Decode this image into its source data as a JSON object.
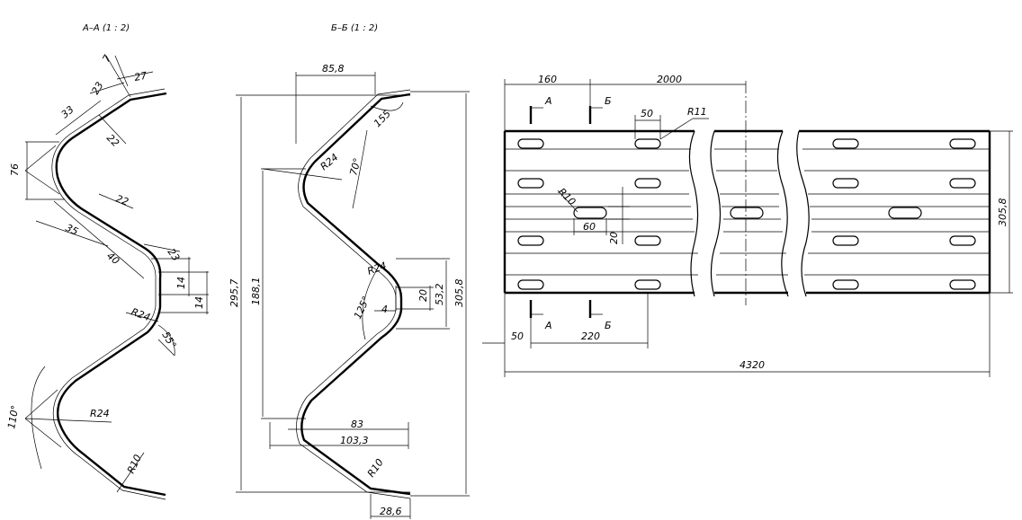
{
  "views": {
    "section_a": {
      "title": "А–А (1 : 2)",
      "dims": {
        "d7": "7",
        "d27": "27",
        "d23": "23",
        "d33": "33",
        "d22a": "22",
        "d76": "76",
        "d22b": "22",
        "d35": "35",
        "d40": "40",
        "d23b": "23",
        "d14a": "14",
        "d14b": "14",
        "r24a": "R24",
        "d55": "55°",
        "a110": "110°",
        "r24b": "R24",
        "r10": "R10"
      }
    },
    "section_b": {
      "title": "Б–Б (1 : 2)",
      "dims": {
        "d858": "85,8",
        "d155": "155",
        "r24a": "R24",
        "a70": "70°",
        "d2957": "295,7",
        "d1881": "188,1",
        "r24b": "R24",
        "d20": "20",
        "d532": "53,2",
        "d3058": "305,8",
        "a125": "125°",
        "d4": "4",
        "d83": "83",
        "d1033": "103,3",
        "r10": "R10",
        "d286": "28,6"
      }
    },
    "plan": {
      "dims": {
        "d160": "160",
        "d2000": "2000",
        "secA_top": "А",
        "secB_top": "Б",
        "d50top": "50",
        "r11": "R11",
        "r10": "R10",
        "d60": "60",
        "d20": "20",
        "d3058": "305,8",
        "d50": "50",
        "secA_bot": "А",
        "secB_bot": "Б",
        "d220": "220",
        "d4320": "4320"
      }
    }
  }
}
